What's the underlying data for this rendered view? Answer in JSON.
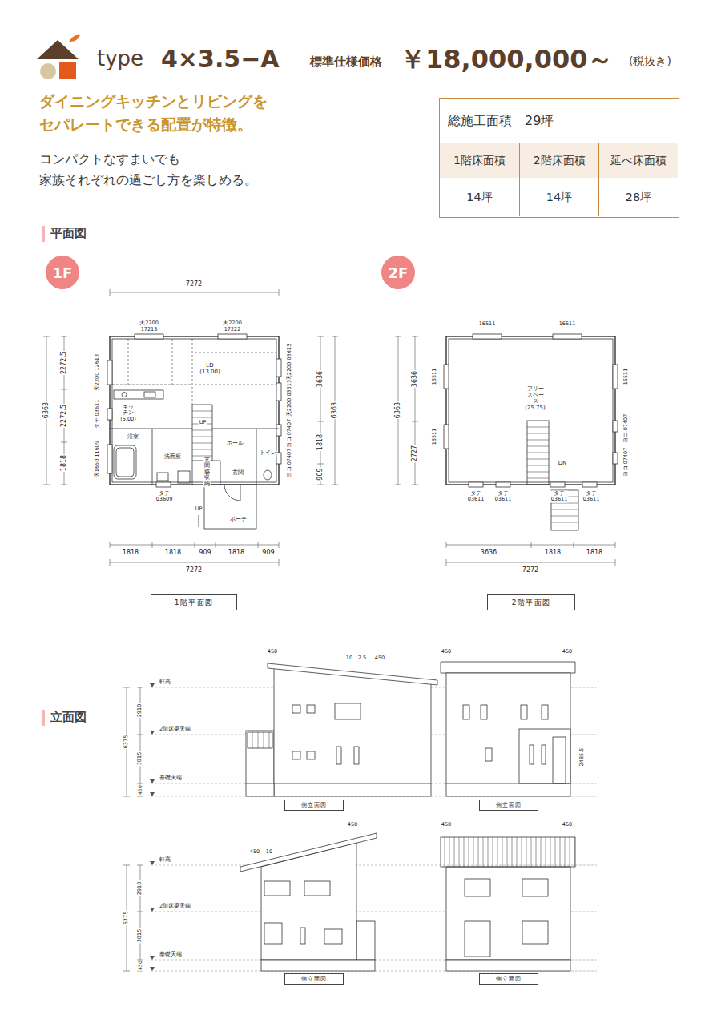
{
  "diagram": {
    "title": "4×3.5−A",
    "nodes": [
      {
        "text": [
          "1F"
        ]
      },
      {
        "text": [
          "2F"
        ]
      },
      {
        "text": [
          "総施工面積　29坪"
        ]
      },
      {
        "text": [
          "1階床面積",
          "14坪"
        ],
        "in": 2
      },
      {
        "text": [
          "2階床面積",
          "14坪"
        ],
        "in": 2
      },
      {
        "text": [
          "延べ床面積",
          "28坪"
        ],
        "in": 2
      },
      {
        "text": [
          "1階平面図"
        ]
      },
      {
        "text": [
          "2階平面図"
        ]
      },
      {
        "text": [
          "側立面図"
        ]
      },
      {
        "text": [
          "側立面図"
        ]
      },
      {
        "text": [
          "側立面図"
        ]
      },
      {
        "text": [
          "側立面図"
        ]
      }
    ],
    "labels": [
      "type",
      "標準仕様価格",
      "￥18,000,000～",
      "(税抜き)",
      "ダイニングキッチンとリビングを セパレートできる配置が特徴。",
      "コンパクトなすまいでも 家族それぞれの過ごし方を楽しめる。",
      "平面図",
      "立面図",
      "7272",
      "天2200",
      "17213",
      "天2200",
      "17222",
      "天2200 12613",
      "タテ 03611",
      "天1650 11609",
      "天2200 03613",
      "天2200 03513",
      "ヨコ 07407",
      "ヨコ 07407",
      "タテ 03609",
      "LD (13.00)",
      "キッチン (5.00)",
      "浴室",
      "洗面所",
      "玄関脇 収納",
      "ホール",
      "玄関",
      "トイレ",
      "UP",
      "ポーチ",
      "UP",
      "2272.5",
      "2272.5",
      "1818",
      "6363",
      "3636",
      "1818",
      "909",
      "6363",
      "1818",
      "1818",
      "909",
      "1818",
      "909",
      "7272",
      "16511",
      "16511",
      "16511",
      "16511",
      "16511",
      "ヨコ 07407",
      "ヨコ 07407",
      "フリースペース (25.75)",
      "DN",
      "タテ 03611",
      "タテ 03611",
      "タテ 03611",
      "タテ 03611",
      "3636",
      "2727",
      "6363",
      "3636",
      "1818",
      "1818",
      "7272",
      "軒高",
      "2階床梁天端",
      "基礎天端",
      "2910",
      "3015",
      "6375",
      "450",
      "450",
      "10",
      "2.5",
      "450",
      "450",
      "450",
      "2485.5",
      "軒高",
      "2階床梁天端",
      "基礎天端",
      "2910",
      "3015",
      "6375",
      "450",
      "450",
      "10",
      "450",
      "450",
      "450"
    ]
  }
}
